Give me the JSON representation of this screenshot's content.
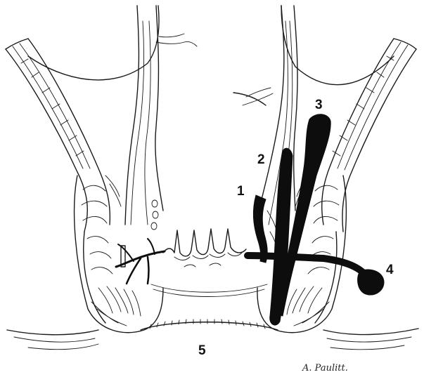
{
  "labels": {
    "one": "1",
    "two": "2",
    "three": "3",
    "four": "4",
    "five": "5"
  },
  "signature": "A. Paulitt.",
  "colors": {
    "ink": "#1a1a1a",
    "tract": "#0d0d0d",
    "background": "#ffffff"
  }
}
